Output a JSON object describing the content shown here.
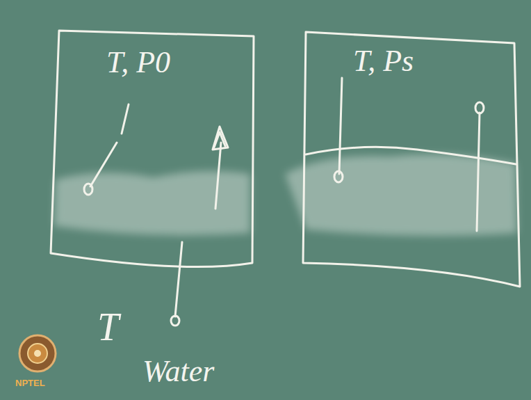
{
  "diagram": {
    "nodes": [
      {
        "text": [
          "T, P0"
        ]
      },
      {
        "text": [
          "T, Ps"
        ]
      }
    ],
    "labels": [
      "T",
      "Water",
      "NPTEL"
    ]
  }
}
